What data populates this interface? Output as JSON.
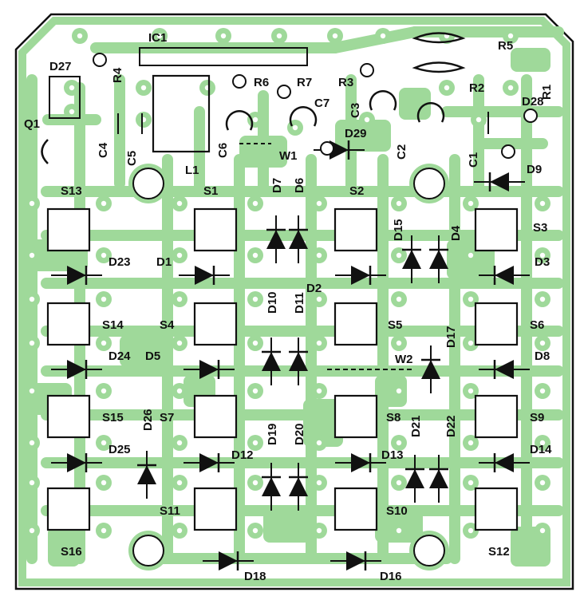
{
  "colors": {
    "paper": "#ffffff",
    "copper": "#9fd99a",
    "ink": "#111111",
    "hole": "#ffffff"
  },
  "board": {
    "switches": [
      "S1",
      "S2",
      "S3",
      "S4",
      "S5",
      "S6",
      "S7",
      "S8",
      "S9",
      "S10",
      "S11",
      "S12",
      "S13",
      "S14",
      "S15",
      "S16"
    ],
    "diodes": [
      "D1",
      "D2",
      "D3",
      "D4",
      "D5",
      "D6",
      "D7",
      "D8",
      "D9",
      "D10",
      "D11",
      "D12",
      "D13",
      "D14",
      "D15",
      "D16",
      "D17",
      "D18",
      "D19",
      "D20",
      "D21",
      "D22",
      "D23",
      "D24",
      "D25",
      "D26",
      "D27",
      "D28",
      "D29"
    ],
    "resistors": [
      "R1",
      "R2",
      "R3",
      "R4",
      "R5",
      "R6",
      "R7"
    ],
    "capacitors": [
      "C1",
      "C2",
      "C3",
      "C4",
      "C5",
      "C6",
      "C7"
    ],
    "others": [
      "IC1",
      "L1",
      "Q1",
      "W1",
      "W2"
    ]
  }
}
